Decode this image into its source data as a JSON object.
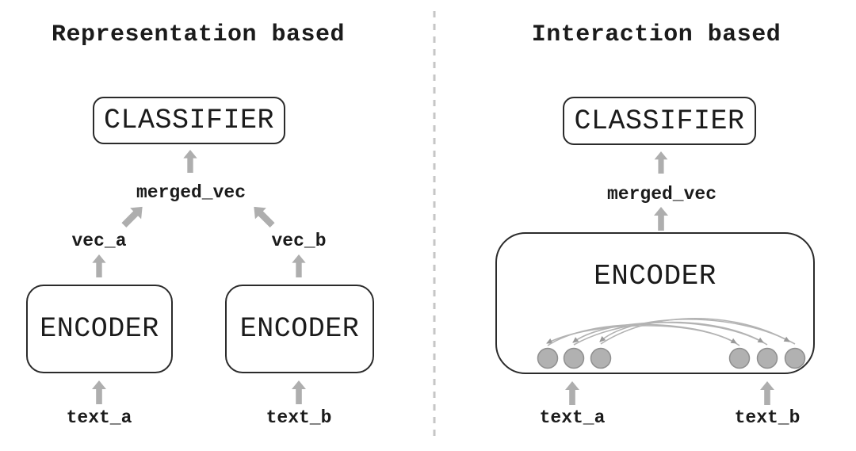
{
  "left_panel": {
    "title": "Representation based",
    "classifier": "CLASSIFIER",
    "merged_vec": "merged_vec",
    "vec_a": "vec_a",
    "vec_b": "vec_b",
    "encoder_a": "ENCODER",
    "encoder_b": "ENCODER",
    "text_a": "text_a",
    "text_b": "text_b"
  },
  "right_panel": {
    "title": "Interaction based",
    "classifier": "CLASSIFIER",
    "merged_vec": "merged_vec",
    "encoder": "ENCODER",
    "text_a": "text_a",
    "text_b": "text_b",
    "token_count_left": 3,
    "token_count_right": 3
  },
  "colors": {
    "background": "#ffffff",
    "text": "#1b1b1b",
    "box_border": "#2b2b2b",
    "arrow_gray": "#aeaeae",
    "token_fill": "#b1b1b1",
    "token_stroke": "#8f8f8f",
    "arc_stroke": "#b3b3b3",
    "divider": "#c6c6c6"
  }
}
